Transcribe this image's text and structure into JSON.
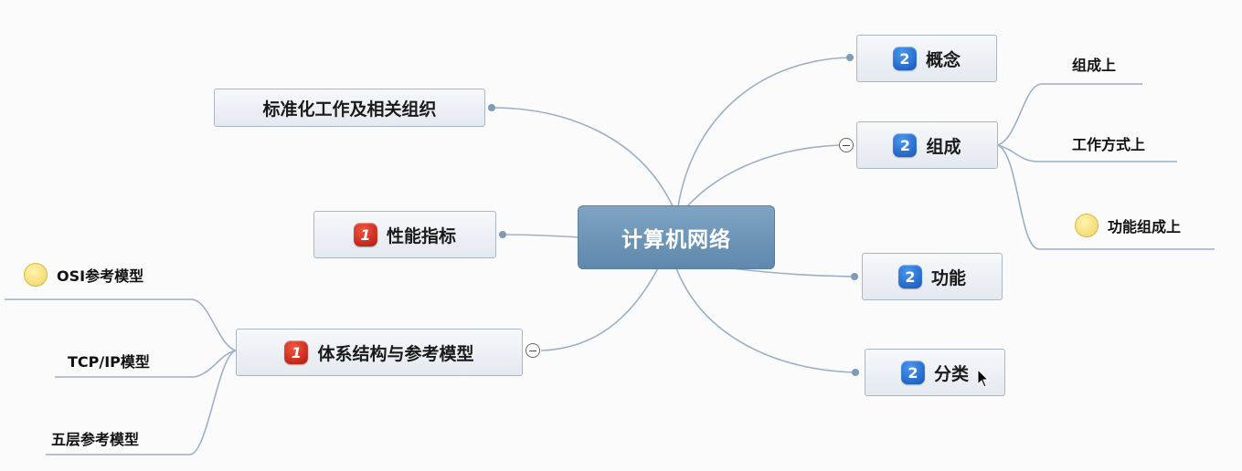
{
  "mindmap": {
    "root": "计算机网络",
    "right_topics": [
      {
        "label": "概念",
        "priority": "2"
      },
      {
        "label": "组成",
        "priority": "2"
      },
      {
        "label": "功能",
        "priority": "2"
      },
      {
        "label": "分类",
        "priority": "2"
      }
    ],
    "composition_subtopics": [
      "组成上",
      "工作方式上",
      "功能组成上"
    ],
    "left_topics": [
      {
        "label": "标准化工作及相关组织"
      },
      {
        "label": "性能指标",
        "priority": "1"
      },
      {
        "label": "体系结构与参考模型",
        "priority": "1"
      }
    ],
    "architecture_subtopics": [
      "OSI参考模型",
      "TCP/IP模型",
      "五层参考模型"
    ]
  },
  "colors": {
    "root_fill": "#6f96b8",
    "link": "#9bb0c6",
    "priority_1": "#d42a1a",
    "priority_2": "#2a72d4"
  },
  "icons": [
    "priority-1-icon",
    "priority-2-icon",
    "smiley-icon",
    "collapse-icon",
    "mouse-cursor-icon"
  ]
}
